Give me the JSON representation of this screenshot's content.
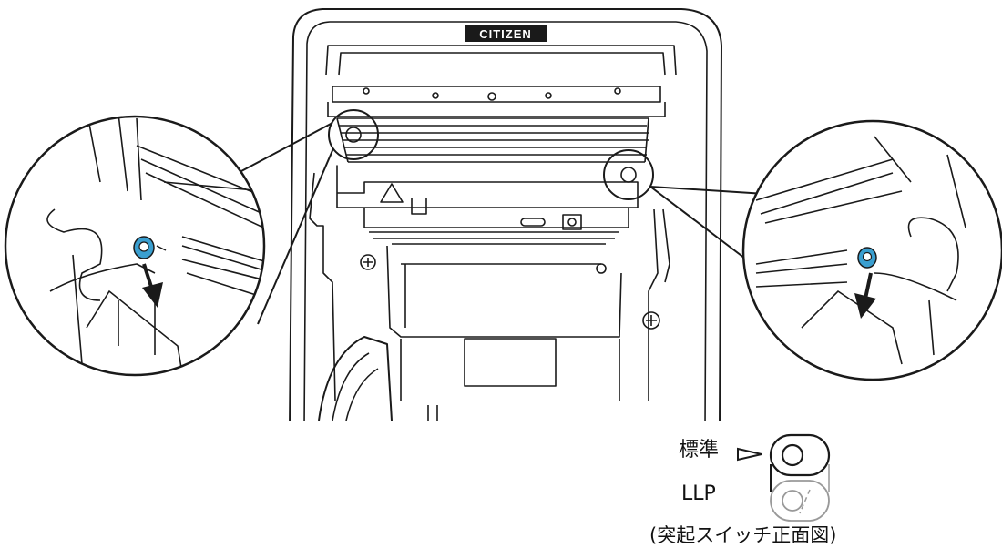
{
  "brand_logo": "CITIZEN",
  "accent_color": "#3a9fd0",
  "line_color": "#1a1a1a",
  "switch_legend": {
    "standard_label": "標準",
    "llp_label": "LLP",
    "caption": "(突起スイッチ正面図)"
  },
  "icons": [
    "pointer-arrow-icon",
    "down-arrow-icon",
    "warning-triangle-icon",
    "screw-icon"
  ]
}
